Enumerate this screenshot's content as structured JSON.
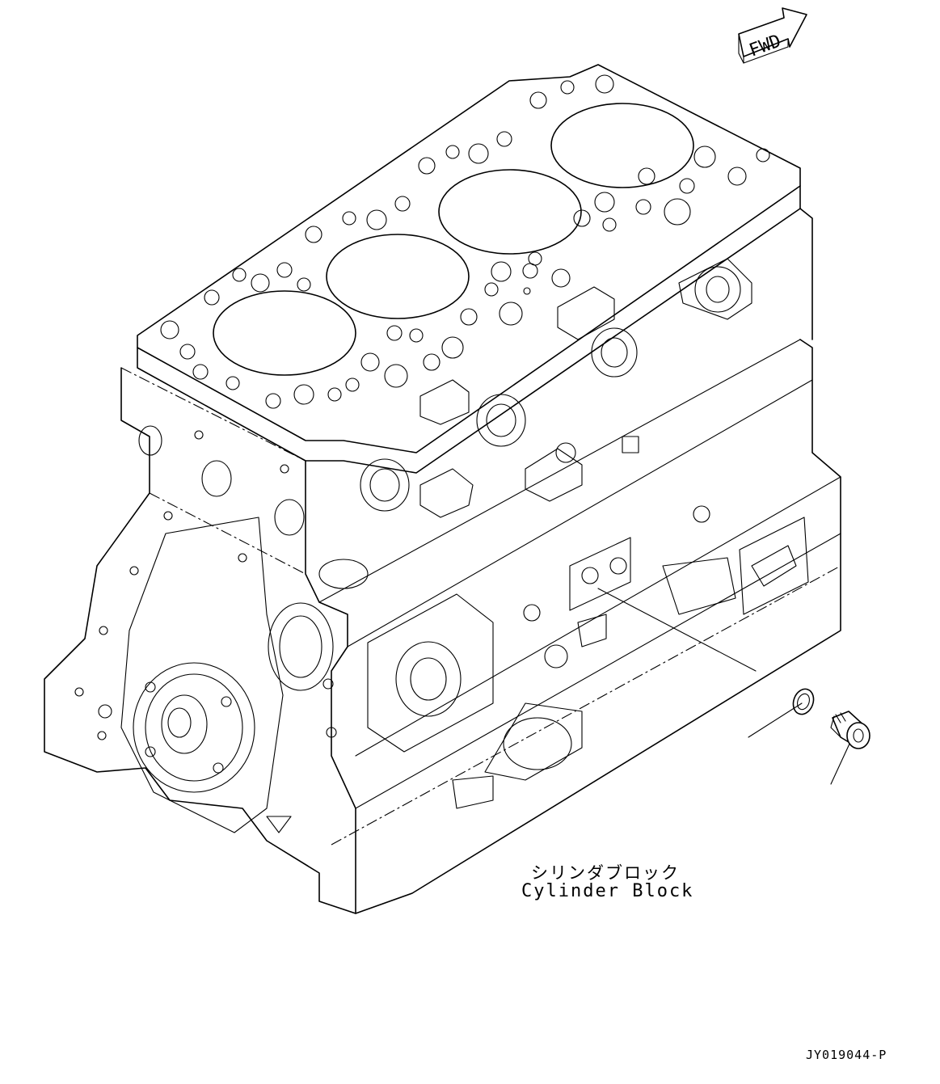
{
  "fwd_arrow": {
    "label": "FWD"
  },
  "part_label": {
    "japanese": "シリンダブロック",
    "english": "Cylinder Block"
  },
  "drawing_number": "JY019044-P",
  "icons": [
    "fwd-direction-arrow-icon",
    "gasket-washer-icon",
    "drain-plug-icon"
  ]
}
